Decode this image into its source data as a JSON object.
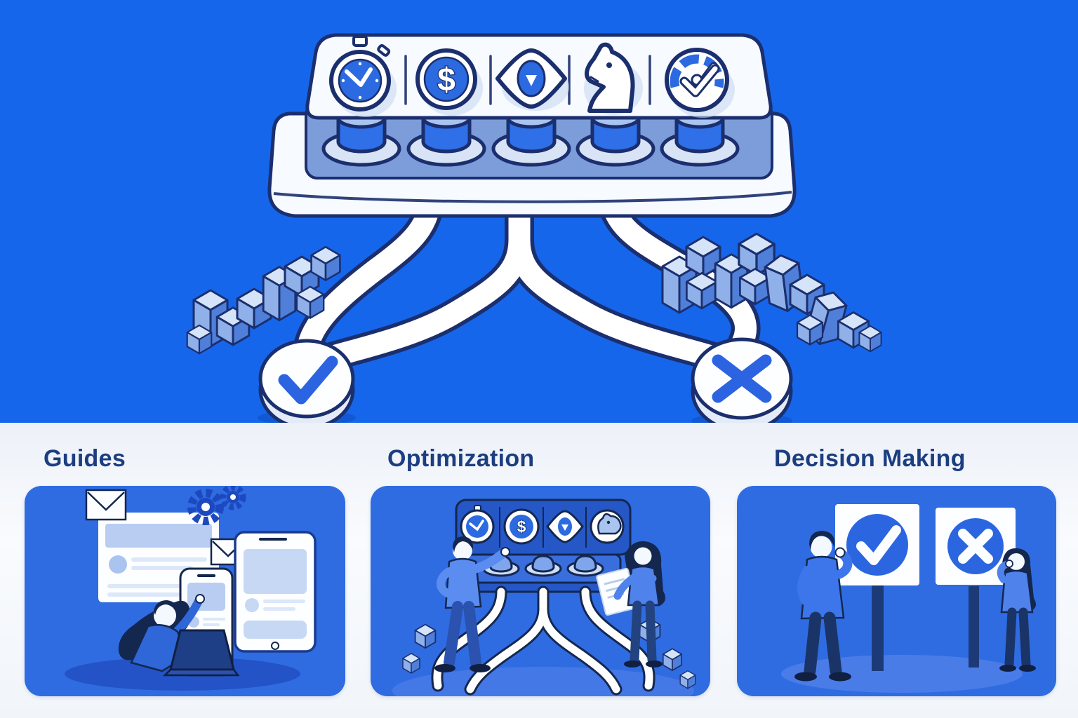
{
  "theme": {
    "hero_bg": "#1666ec",
    "card_bg": "#2f6ce2",
    "navy": "#1b2f6e",
    "accent": "#2b6ae0",
    "check_blue": "#2b63e0",
    "title_color": "#1c3e80",
    "deck_blue": "#7d9cda",
    "panel_white": "#f7fafe",
    "cube_top": "#d5e4f8",
    "cube_left": "#8fb0e8",
    "cube_right": "#4f7fd8"
  },
  "hero": {
    "illustration": "decision-machine-with-sorting-pipes",
    "panel_icons": [
      "stopwatch-icon",
      "dollar-coin-icon",
      "eye-icon",
      "chess-knight-icon",
      "gauge-check-icon"
    ],
    "dollar_glyph": "$",
    "button_count": 5,
    "outcomes": [
      {
        "name": "approve",
        "icon": "check-icon"
      },
      {
        "name": "reject",
        "icon": "x-icon"
      }
    ]
  },
  "features": [
    {
      "title": "Guides",
      "illustration": "woman-writing-guides-with-laptop-phone-and-browser"
    },
    {
      "title": "Optimization",
      "illustration": "man-and-woman-tuning-control-panel"
    },
    {
      "title": "Decision Making",
      "illustration": "man-and-woman-with-check-and-x-signs"
    }
  ]
}
